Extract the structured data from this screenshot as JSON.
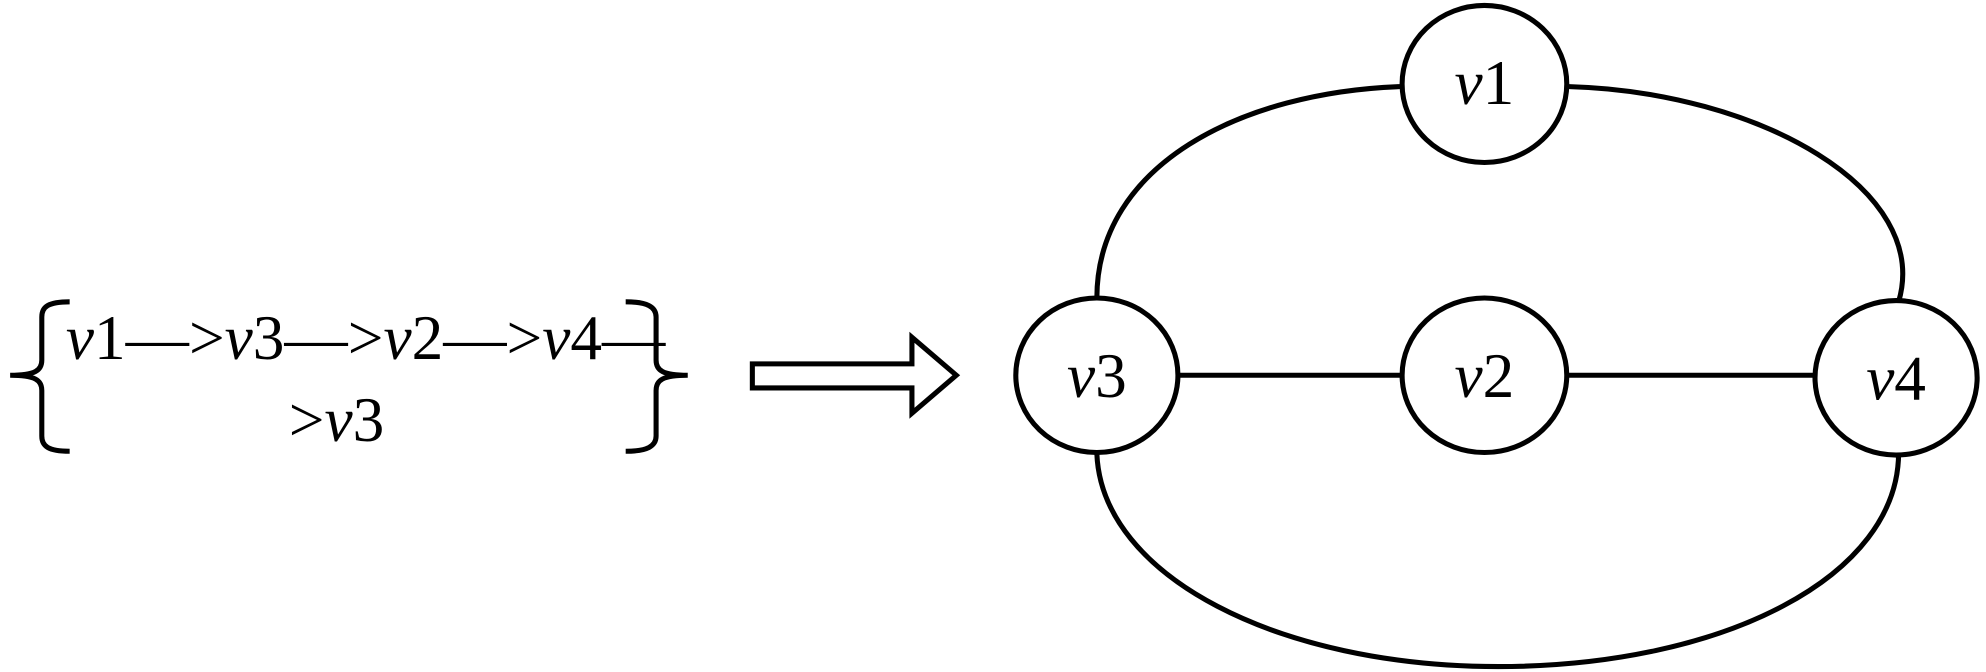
{
  "path_expression": {
    "line1": [
      "v",
      "1",
      "—>",
      "v",
      "3",
      "—>",
      "v",
      "2",
      "—>",
      "v",
      "4",
      "—"
    ],
    "line2": [
      ">",
      "v",
      "3"
    ]
  },
  "nodes": [
    {
      "id": "v1",
      "var": "v",
      "num": "1"
    },
    {
      "id": "v2",
      "var": "v",
      "num": "2"
    },
    {
      "id": "v3",
      "var": "v",
      "num": "3"
    },
    {
      "id": "v4",
      "var": "v",
      "num": "4"
    }
  ],
  "edges": [
    [
      "v3",
      "v1"
    ],
    [
      "v1",
      "v4"
    ],
    [
      "v3",
      "v2"
    ],
    [
      "v2",
      "v4"
    ],
    [
      "v3",
      "v4"
    ]
  ],
  "colors": {
    "stroke": "#000000",
    "background": "#ffffff"
  }
}
